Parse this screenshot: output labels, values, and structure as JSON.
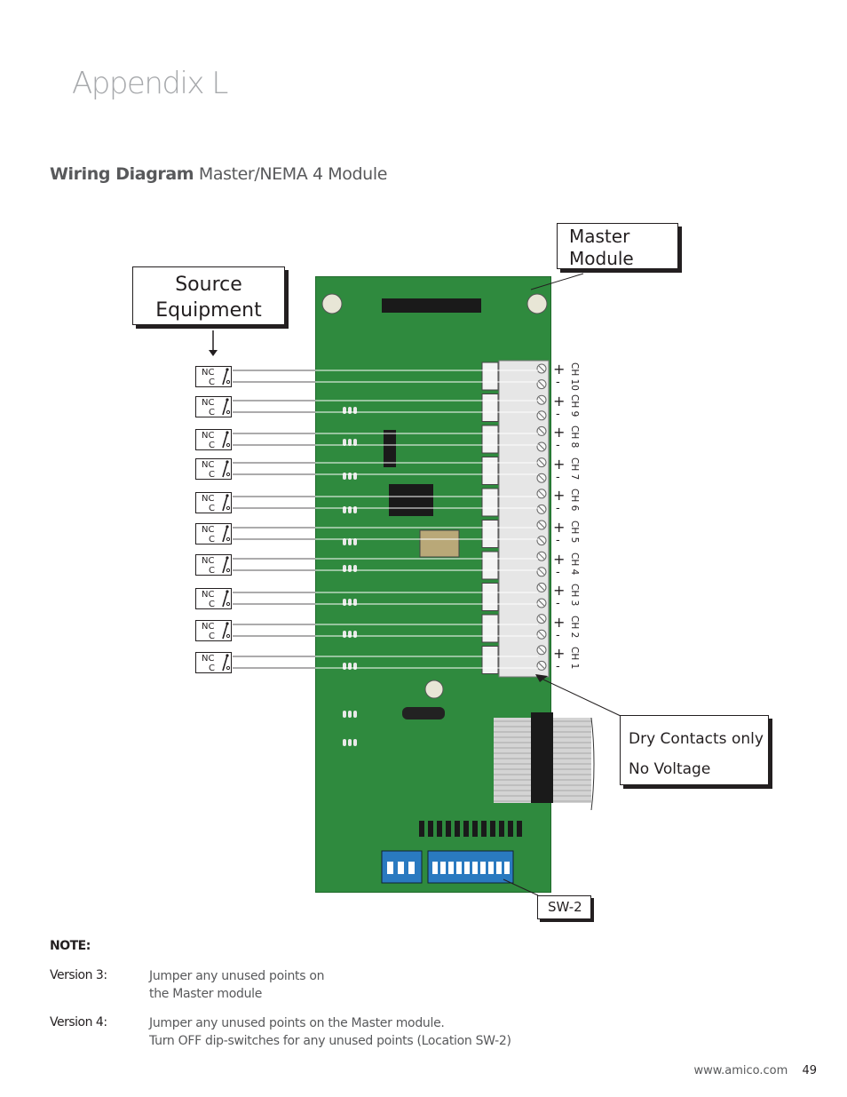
{
  "page": {
    "title": "Appendix L",
    "subtitle_bold": "Wiring Diagram",
    "subtitle_rest": "Master/NEMA 4 Module"
  },
  "diagram": {
    "source_box": {
      "line1": "Source",
      "line2": "Equipment"
    },
    "master_box": {
      "line1": "Master",
      "line2": "Module"
    },
    "dry_box": {
      "line1": "Dry Contacts only",
      "line2": "No Voltage"
    },
    "sw2_label": "SW-2",
    "contact_labels": {
      "nc": "NC",
      "c": "C"
    },
    "channels": [
      "CH 10",
      "CH 9",
      "CH 8",
      "CH 7",
      "CH 6",
      "CH 5",
      "CH 4",
      "CH 3",
      "CH 2",
      "CH 1"
    ],
    "polarity": {
      "plus": "+",
      "minus": "-"
    }
  },
  "notes": {
    "heading": "NOTE:",
    "items": [
      {
        "label": "Version 3:",
        "lines": [
          "Jumper any unused points on",
          "the Master module"
        ]
      },
      {
        "label": "Version 4:",
        "lines": [
          "Jumper any unused points on the Master module.",
          "Turn OFF dip-switches for any unused points  (Location SW-2)"
        ]
      }
    ]
  },
  "footer": {
    "url": "www.amico.com",
    "page_number": "49"
  },
  "colors": {
    "board_green": "#2f8a3e",
    "title_gray": "#a7a9ac",
    "text_gray": "#58595b"
  }
}
